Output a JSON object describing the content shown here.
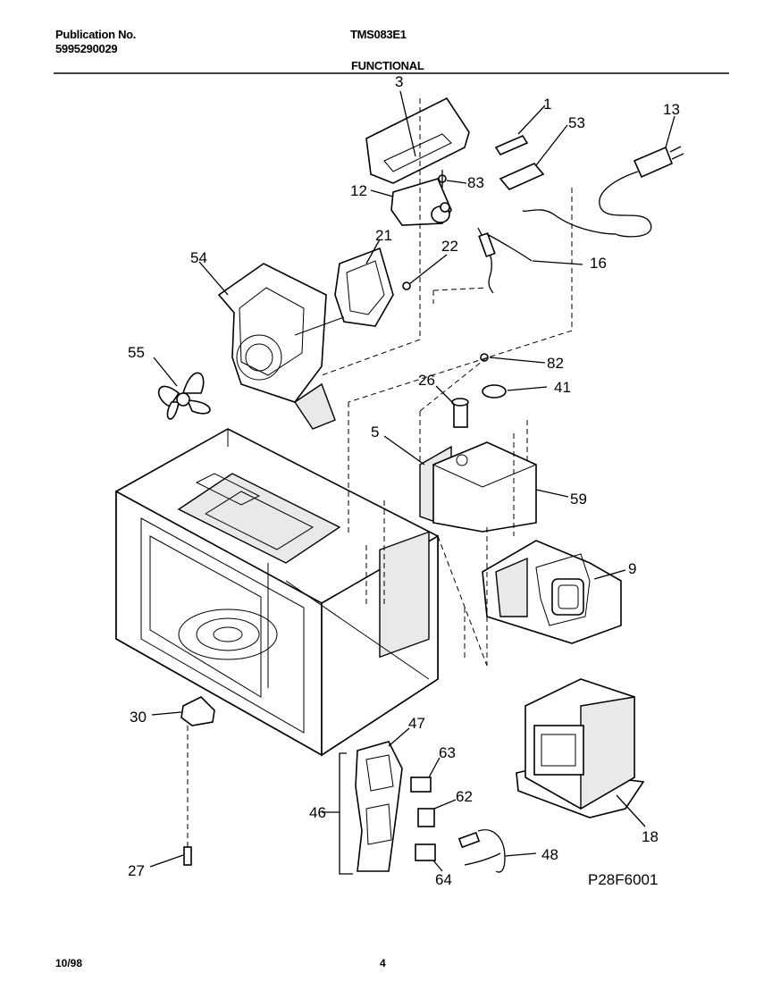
{
  "header": {
    "publication_label": "Publication No.",
    "publication_number": "5995290029",
    "model": "TMS083E1",
    "section": "FUNCTIONAL"
  },
  "footer": {
    "date": "10/98",
    "page": "4"
  },
  "diagram_code": "P28F6001",
  "callouts": [
    "3",
    "1",
    "53",
    "13",
    "83",
    "12",
    "21",
    "22",
    "54",
    "16",
    "55",
    "82",
    "26",
    "41",
    "5",
    "59",
    "9",
    "30",
    "47",
    "63",
    "62",
    "46",
    "48",
    "27",
    "64",
    "18"
  ]
}
